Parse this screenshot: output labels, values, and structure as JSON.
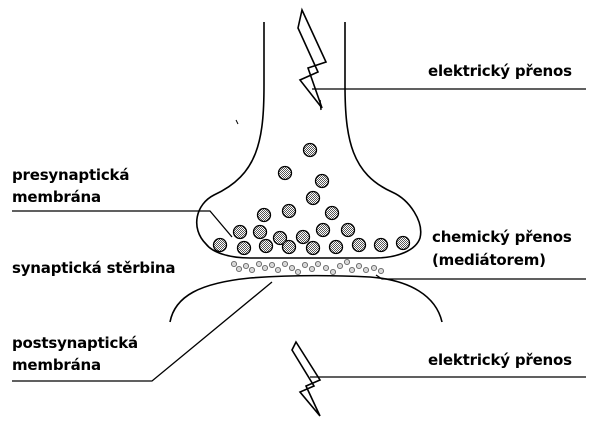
{
  "labels": {
    "electric_top": "elektrický přenos",
    "presynaptic_line1": "presynaptická",
    "presynaptic_line2": "membrána",
    "chemical_line1": "chemický přenos",
    "chemical_line2": "(mediátorem)",
    "cleft": "synaptická stěrbina",
    "postsynaptic_line1": "postsynaptická",
    "postsynaptic_line2": "membrána",
    "electric_bottom": "elektrický přenos"
  },
  "colors": {
    "ink": "#000000",
    "vesicle_fill": "#8a8a8a",
    "mediator_fill": "#bdbdbd",
    "background": "#ffffff"
  }
}
